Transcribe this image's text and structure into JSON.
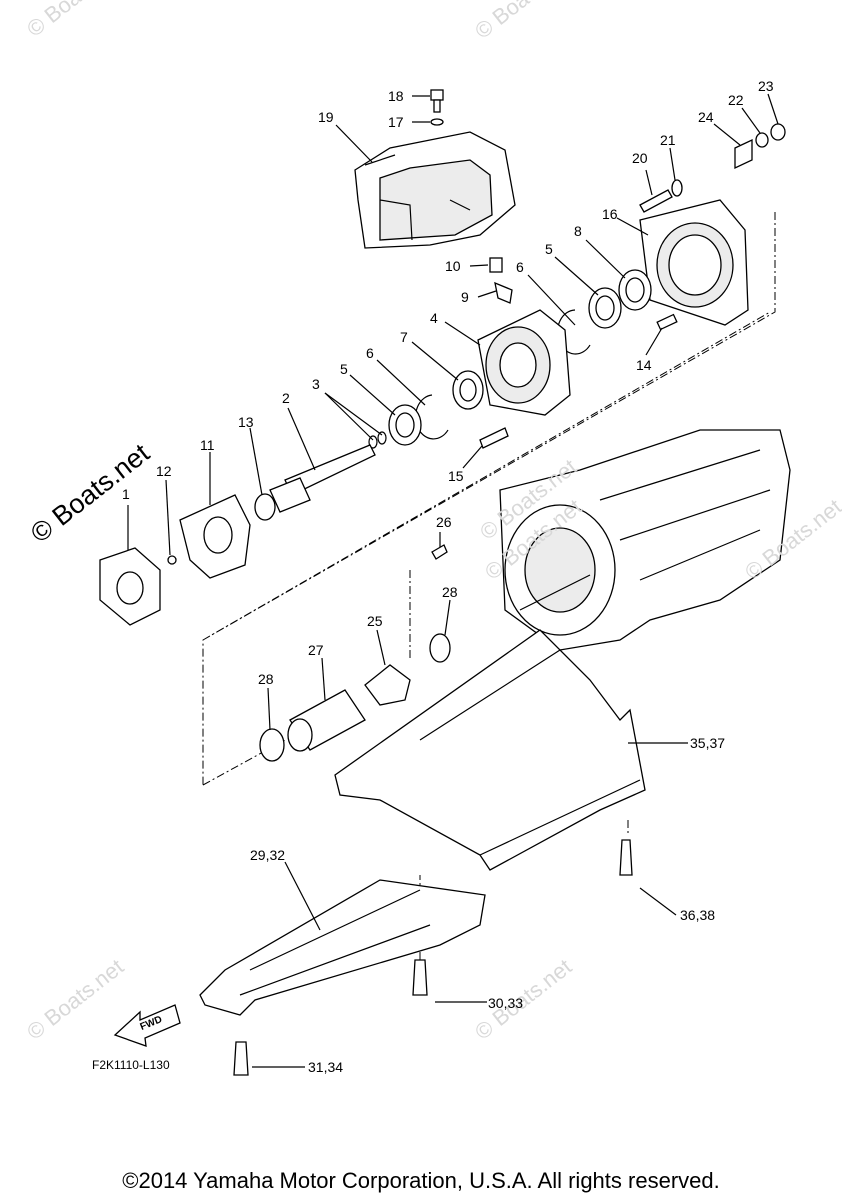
{
  "watermarks": [
    "© Boats.net",
    "© Boats.net",
    "© Boats.net",
    "© Boats.net",
    "© Boats.net",
    "© Boats.net",
    "© Boats.net",
    "© Boats.net"
  ],
  "callouts": {
    "c1": "1",
    "c2": "2",
    "c3": "3",
    "c4": "4",
    "c5a": "5",
    "c5b": "5",
    "c6a": "6",
    "c6b": "6",
    "c7": "7",
    "c8": "8",
    "c9": "9",
    "c10": "10",
    "c11": "11",
    "c12": "12",
    "c13": "13",
    "c14": "14",
    "c15": "15",
    "c16": "16",
    "c17": "17",
    "c18": "18",
    "c19": "19",
    "c20": "20",
    "c21": "21",
    "c22": "22",
    "c23": "23",
    "c24": "24",
    "c25": "25",
    "c26": "26",
    "c27": "27",
    "c28a": "28",
    "c28b": "28",
    "c2932": "29,32",
    "c3033": "30,33",
    "c3134": "31,34",
    "c3537": "35,37",
    "c3638": "36,38"
  },
  "fwd_label": "FWD",
  "diagram_code": "F2K1110-L130",
  "footer": "©2014 Yamaha Motor Corporation, U.S.A. All rights reserved."
}
